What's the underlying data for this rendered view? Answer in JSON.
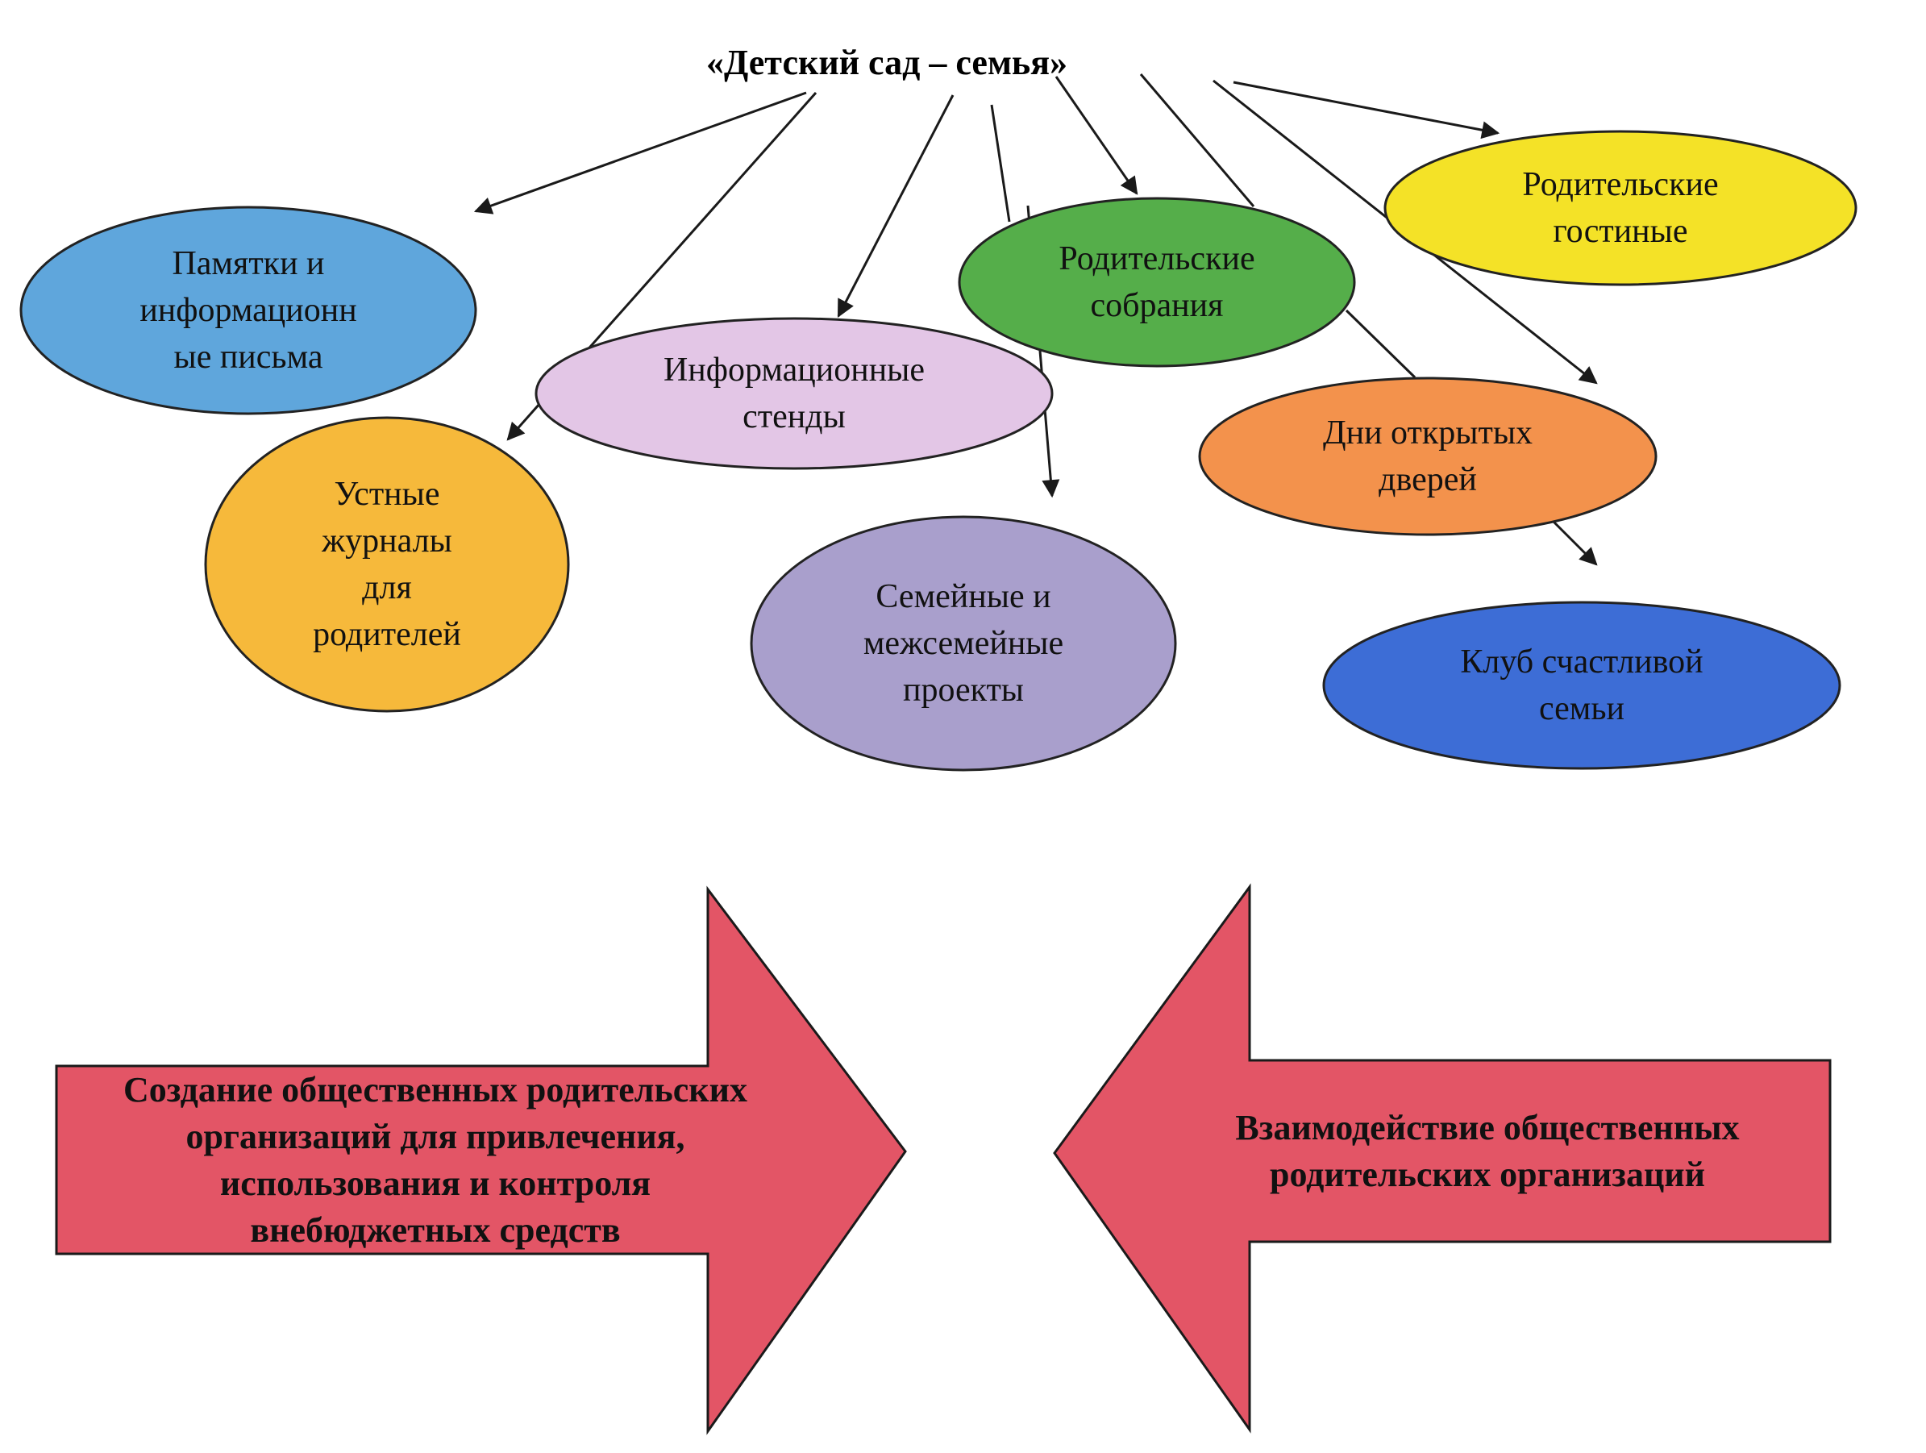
{
  "title": "«Детский сад – семья»",
  "colors": {
    "line": "#1a1a1a",
    "arrow_fill": "#e35566",
    "arrow_stroke": "#1a1a1a"
  },
  "nodes": [
    {
      "id": "pamyatki",
      "label": "Памятки и\nинформационн\nые письма",
      "color": "#5fa6dc"
    },
    {
      "id": "stendy",
      "label": "Информационные\nстенды",
      "color": "#e3c6e6"
    },
    {
      "id": "sobraniya",
      "label": "Родительские\nсобрания",
      "color": "#55ae4a"
    },
    {
      "id": "gostinye",
      "label": "Родительские\nгостиные",
      "color": "#f4e227"
    },
    {
      "id": "zhurnaly",
      "label": "Устные\nжурналы\nдля\nродителей",
      "color": "#f6b93b"
    },
    {
      "id": "proekty",
      "label": "Семейные и\nмежсемейные\nпроекты",
      "color": "#a99fcc"
    },
    {
      "id": "dni",
      "label": "Дни открытых\nдверей",
      "color": "#f3924c"
    },
    {
      "id": "klub",
      "label": "Клуб счастливой\nсемьи",
      "color": "#3d6dd6"
    }
  ],
  "arrows": [
    {
      "id": "sozdanie",
      "direction": "right",
      "label": "Создание общественных родительских\nорганизаций для привлечения,\nиспользования и контроля\nвнебюджетных средств"
    },
    {
      "id": "vzaimodeistvie",
      "direction": "left",
      "label": "Взаимодействие общественных\nродительских организаций"
    }
  ]
}
